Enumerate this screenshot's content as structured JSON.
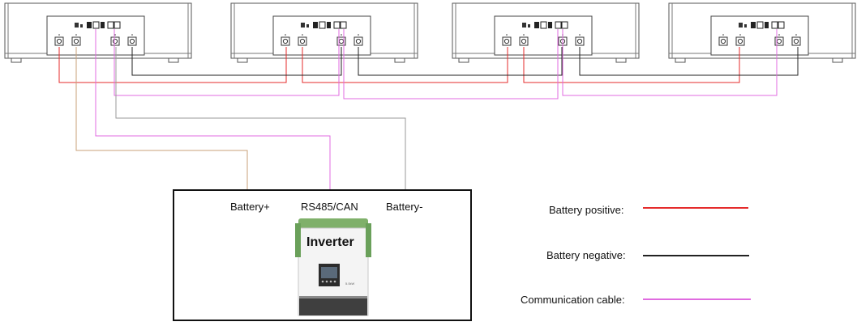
{
  "inverter": {
    "title": "Inverter",
    "port_battery_positive": "Battery+",
    "port_comm": "RS485/CAN",
    "port_battery_negative": "Battery-",
    "small_label": "5.0kW"
  },
  "battery_count": 4,
  "legend": {
    "positive_label": "Battery positive:",
    "negative_label": "Battery negative:",
    "comm_label": "Communication cable:"
  },
  "colors": {
    "positive": "#e52b2b",
    "negative": "#222222",
    "comm": "#e06be0",
    "inverter_positive_cable": "#c8a27a",
    "inverter_negative_cable": "#9a9a9a"
  }
}
